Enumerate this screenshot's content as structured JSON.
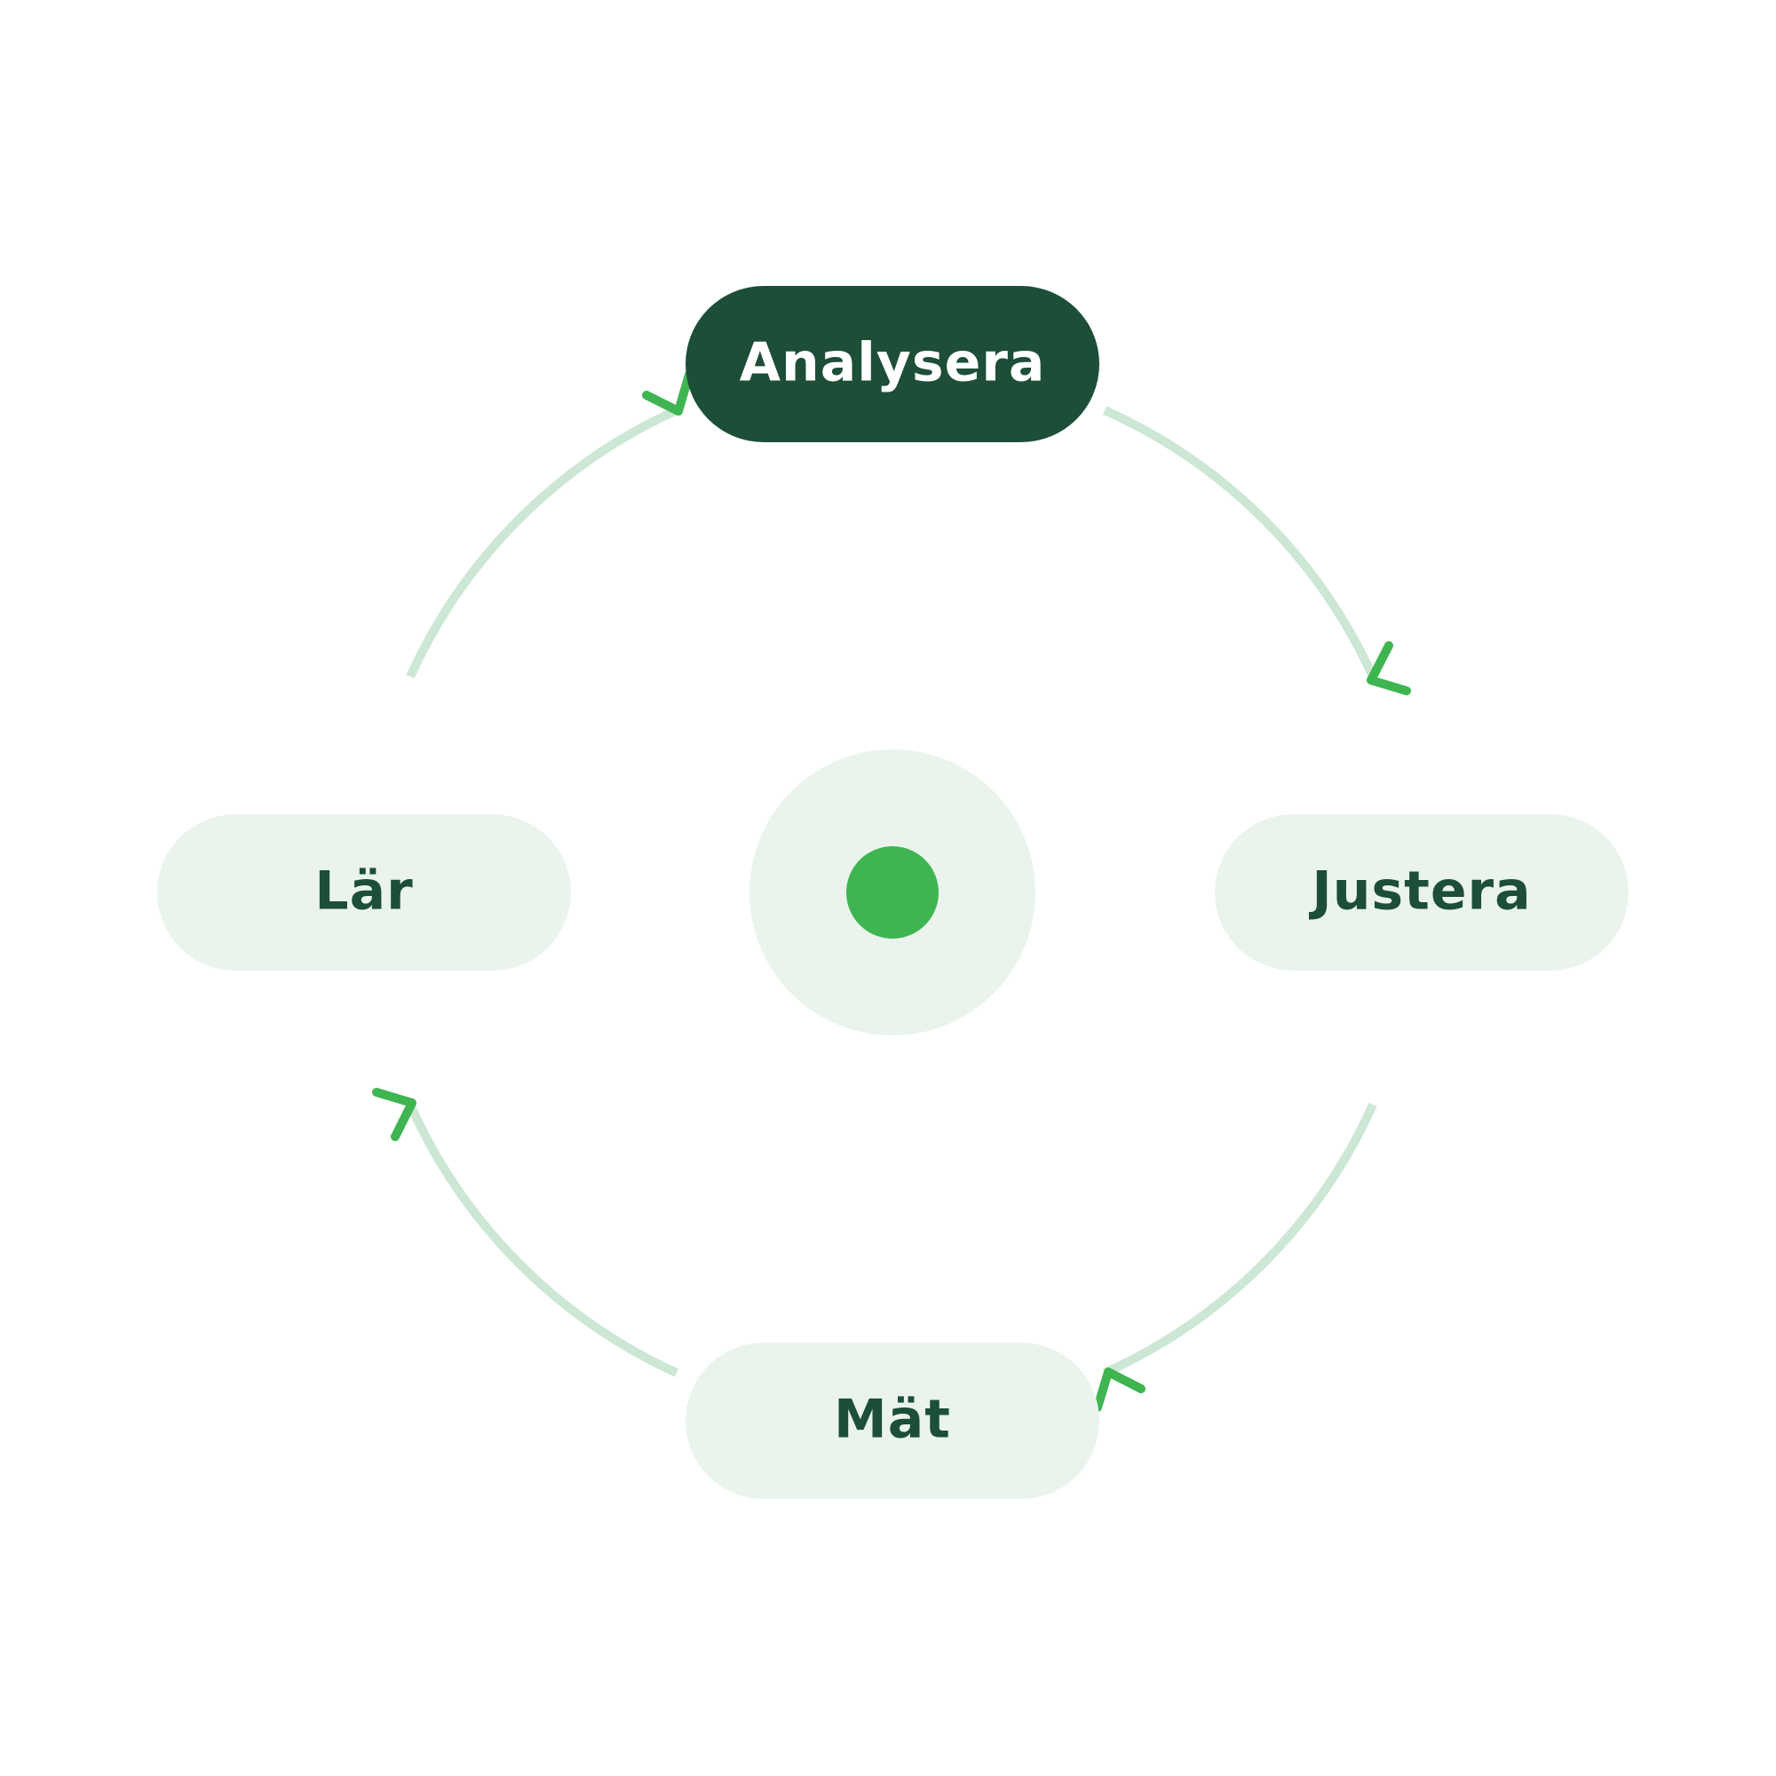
{
  "diagram": {
    "nodes": {
      "top": {
        "label": "Analysera",
        "active": true
      },
      "right": {
        "label": "Justera",
        "active": false
      },
      "bottom": {
        "label": "Mät",
        "active": false
      },
      "left": {
        "label": "Lär",
        "active": false
      }
    },
    "center": {
      "type": "target-dot"
    },
    "connections": [
      {
        "from": "Analysera",
        "to": "Justera",
        "icon": "chevron-arrow-icon"
      },
      {
        "from": "Justera",
        "to": "Mät",
        "icon": "chevron-arrow-icon"
      },
      {
        "from": "Mät",
        "to": "Lär",
        "icon": "chevron-arrow-icon"
      },
      {
        "from": "Lär",
        "to": "Analysera",
        "icon": "chevron-arrow-icon"
      }
    ]
  },
  "colors": {
    "active_fill": "#1c4e38",
    "active_text": "#ffffff",
    "inactive_fill": "#eaf4ec",
    "inactive_text": "#1c4e38",
    "arc": "#cde7d5",
    "arrow": "#3fb551",
    "center_ring": "#eaf4ec",
    "center_dot": "#3fb551",
    "background": "#ffffff"
  }
}
